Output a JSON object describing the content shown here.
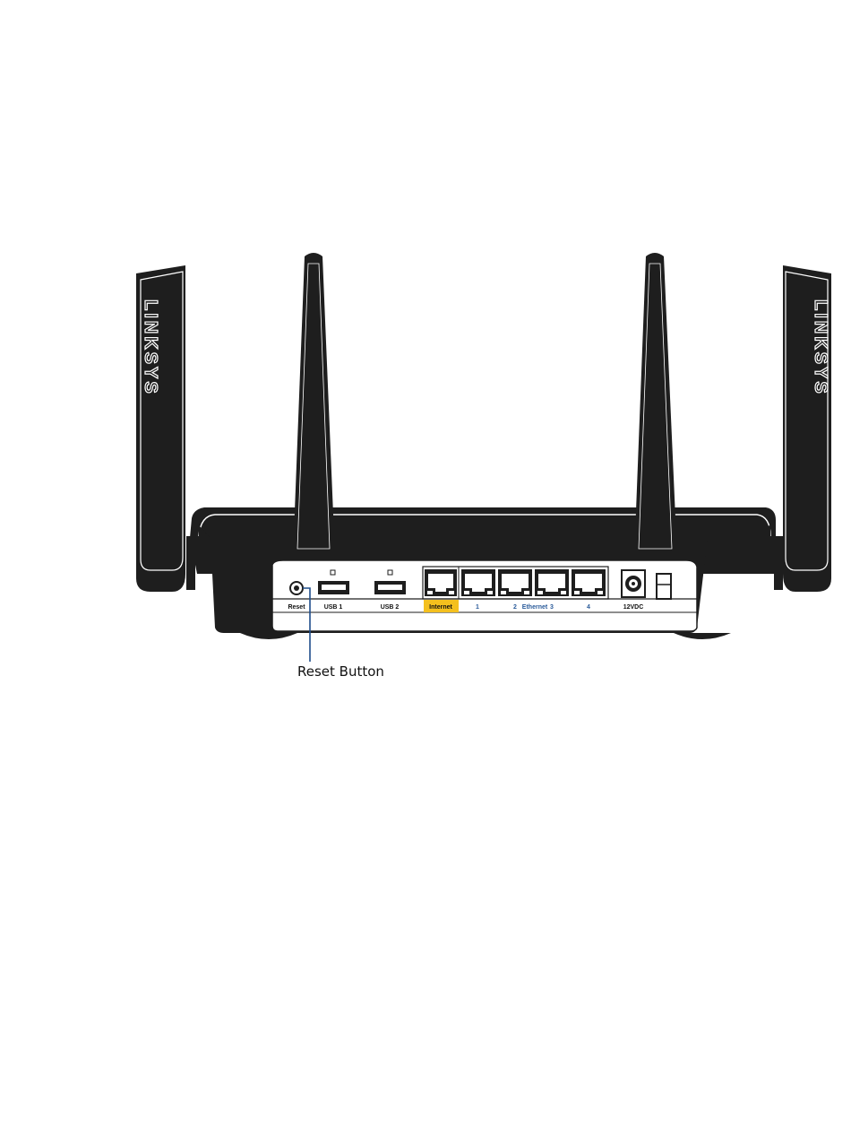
{
  "brand": "LINKSYS",
  "callout": {
    "label": "Reset Button",
    "line_color": "#1f4e8c"
  },
  "ports": {
    "reset": "Reset",
    "usb1": "USB 1",
    "usb2": "USB 2",
    "internet": "Internet",
    "eth1": "1",
    "eth2": "2",
    "ethernet": "Ethernet",
    "eth3": "3",
    "eth4": "4",
    "power": "12VDC"
  },
  "colors": {
    "body": "#1e1e1e",
    "internet_highlight": "#f4c01e",
    "ethernet_text": "#2a5b9a"
  },
  "icons": [
    "reset-button-icon",
    "usb-port-icon",
    "ethernet-port-icon",
    "power-jack-icon",
    "power-switch-icon"
  ]
}
